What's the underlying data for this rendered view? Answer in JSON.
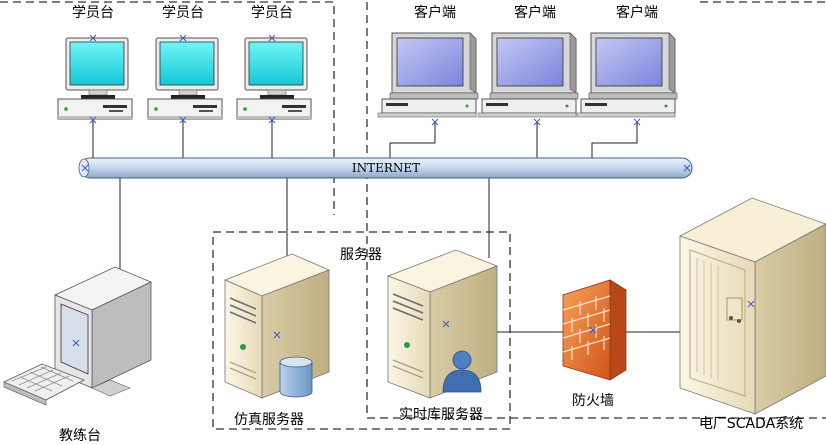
{
  "labels": {
    "student_1": "学员台",
    "student_2": "学员台",
    "student_3": "学员台",
    "client_1": "客户端",
    "client_2": "客户端",
    "client_3": "客户端",
    "internet": "INTERNET",
    "server_group": "服务器",
    "sim_server": "仿真服务器",
    "rtdb_server": "实时库服务器",
    "firewall": "防火墙",
    "scada": "电厂SCADA系统",
    "teacher": "教练台"
  },
  "colors": {
    "screen_cyan": "#23e6ec",
    "screen_purple": "#9aa0ea",
    "bus": "#c9dbef",
    "server_beige": "#f0e7cc",
    "firewall": "#ec7a2e",
    "db_blue": "#8fb5da",
    "user_blue": "#3f6fb0"
  },
  "icons": {
    "student": "crt-monitor-icon",
    "client": "crt-monitor-icon",
    "server": "tower-server-icon",
    "database": "database-icon",
    "user": "user-icon",
    "firewall": "brick-wall-icon",
    "teacher": "computer-with-keyboard-icon"
  }
}
